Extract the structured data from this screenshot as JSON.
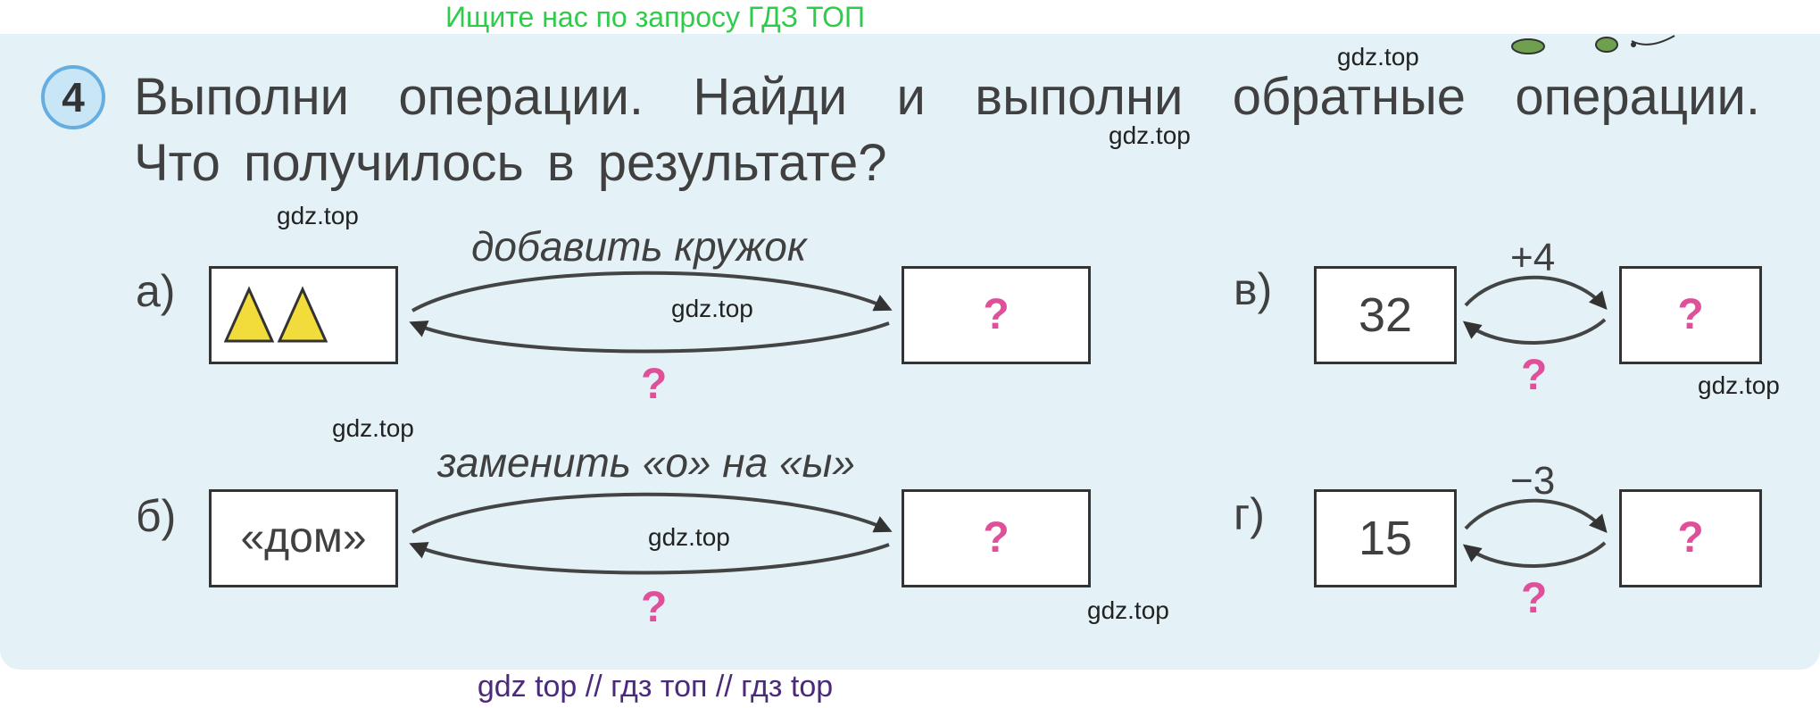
{
  "top_banner": "Ищите нас по запросу ГДЗ ТОП",
  "bottom_banner": "gdz top  //  гдз топ  //  гдз top",
  "task": {
    "number": "4",
    "line1": "Выполни операции. Найди и выполни обратные операции.",
    "line2": "Что получилось в результате?"
  },
  "exercises": {
    "a": {
      "label": "а)",
      "operation": "добавить кружок",
      "result": "?",
      "inverse": "?"
    },
    "b": {
      "label": "б)",
      "value": "«дом»",
      "operation": "заменить «о» на «ы»",
      "result": "?",
      "inverse": "?"
    },
    "v": {
      "label": "в)",
      "value": "32",
      "operation": "+4",
      "result": "?",
      "inverse": "?"
    },
    "g": {
      "label": "г)",
      "value": "15",
      "operation": "−3",
      "result": "?",
      "inverse": "?"
    }
  },
  "watermark": "gdz.top",
  "colors": {
    "background": "#e4f2f7",
    "banner_green": "#2ecc4a",
    "banner_purple": "#4b2a7a",
    "question_pink": "#e0509a",
    "triangle_fill": "#f2dc3c",
    "number_circle": "#66aee0"
  }
}
